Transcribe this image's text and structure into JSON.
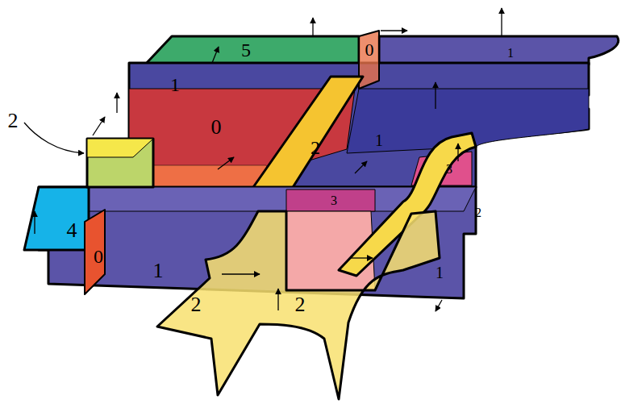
{
  "diagram": {
    "labels": [
      "5",
      "0",
      "1",
      "1",
      "2",
      "0",
      "2",
      "1",
      "3",
      "3",
      "2",
      "4",
      "0",
      "1",
      "1",
      "2",
      "2"
    ]
  }
}
